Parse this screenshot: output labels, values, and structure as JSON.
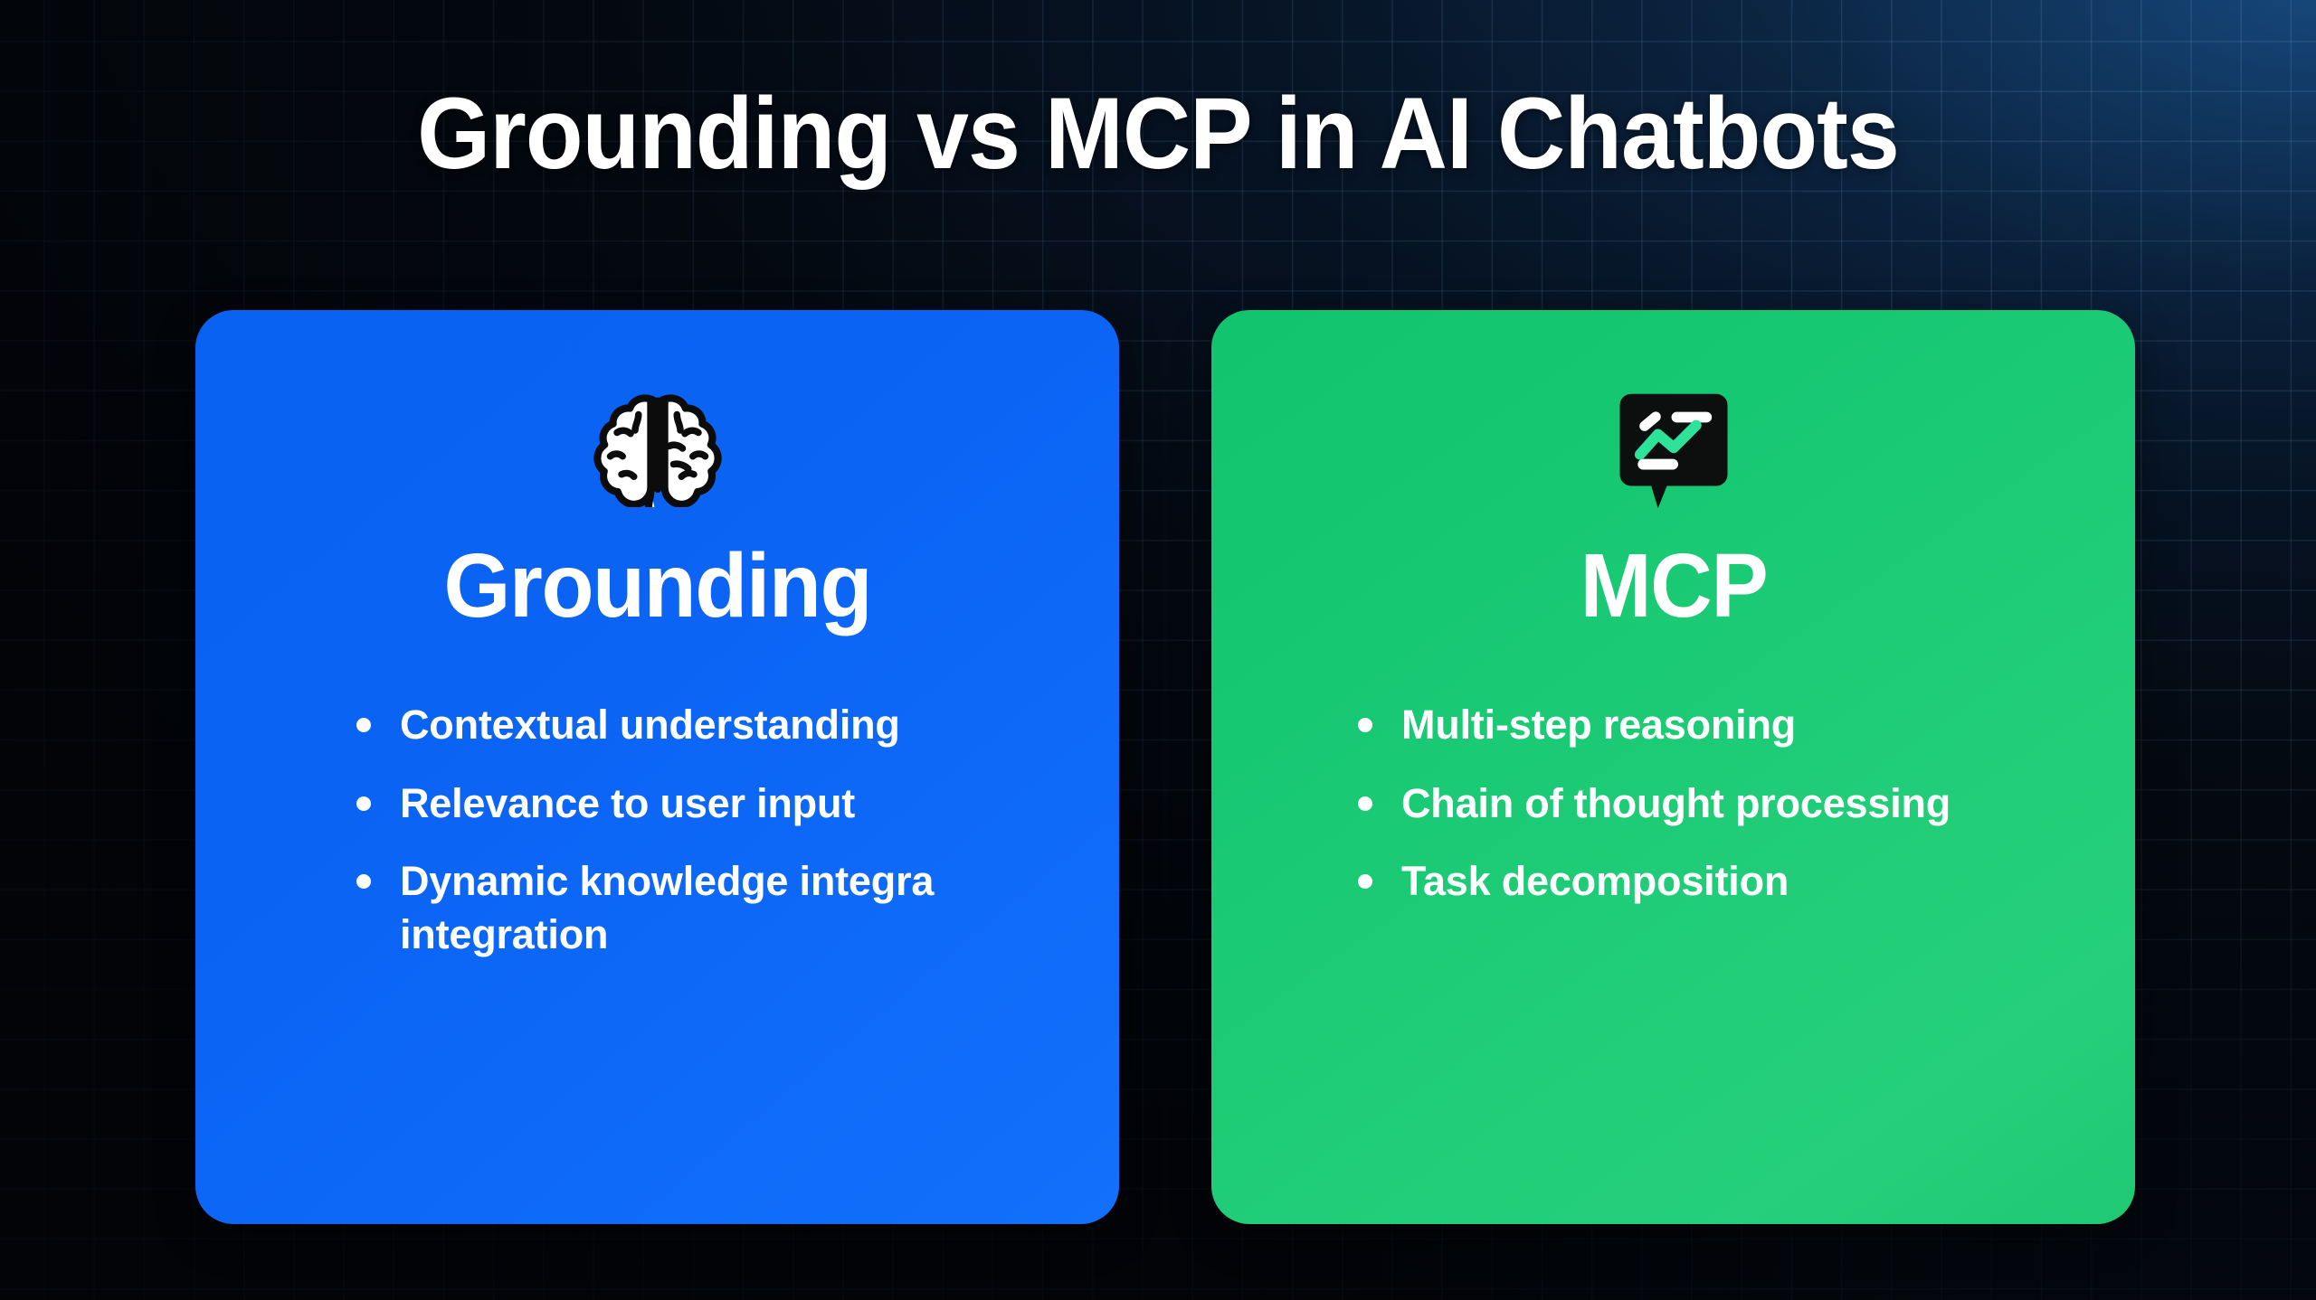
{
  "page": {
    "title": "Grounding vs MCP in AI Chatbots",
    "background_color": "#04060b",
    "grid_line_color": "#78b4e6"
  },
  "cards": [
    {
      "id": "grounding",
      "heading": "Grounding",
      "accent_color": "#0a62f2",
      "icon": "brain-icon",
      "bullets": [
        "Contextual understanding",
        "Relevance to user input",
        "Dynamic knowledge integra integration"
      ]
    },
    {
      "id": "mcp",
      "heading": "MCP",
      "accent_color": "#17c873",
      "icon": "chat-chart-icon",
      "icon_accent_color": "#2de39a",
      "bullets": [
        "Multi-step reasoning",
        "Chain of thought processing",
        "Task decomposition"
      ]
    }
  ]
}
